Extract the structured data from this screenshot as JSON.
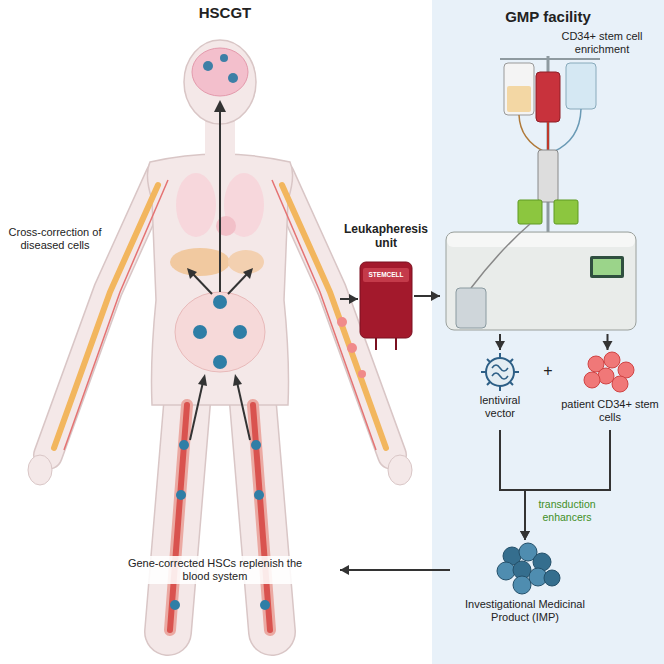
{
  "diagram": {
    "nodes": [
      {
        "text": [
          "HSCGT"
        ]
      },
      {
        "text": [
          "GMP facility"
        ]
      },
      {
        "text": [
          "Leukapheresis unit",
          "STEMCELL"
        ]
      },
      {
        "text": [
          "CD34+ stem cell enrichment"
        ],
        "in": 1
      },
      {
        "text": [
          "lentiviral vector"
        ],
        "in": 1
      },
      {
        "text": [
          "patient CD34+ stem cells"
        ],
        "in": 1
      },
      {
        "text": [
          "Investigational Medicinal Product (IMP)"
        ],
        "in": 1
      }
    ],
    "edges": [
      {
        "from": 0,
        "to": 2,
        "arrow": "to"
      },
      {
        "from": 2,
        "to": 3,
        "arrow": "to"
      },
      {
        "from": 3,
        "to": 4,
        "arrow": "to"
      },
      {
        "from": 3,
        "to": 5,
        "arrow": "to"
      },
      {
        "from": 4,
        "to": 6,
        "arrow": "to"
      },
      {
        "from": 5,
        "to": 6,
        "arrow": "to"
      },
      {
        "from": 6,
        "to": 0,
        "arrow": "to"
      }
    ],
    "labels": [
      "Cross-correction of diseased cells",
      "Gene-corrected HSCs replenish the blood system",
      "+",
      "transduction enhancers"
    ]
  }
}
